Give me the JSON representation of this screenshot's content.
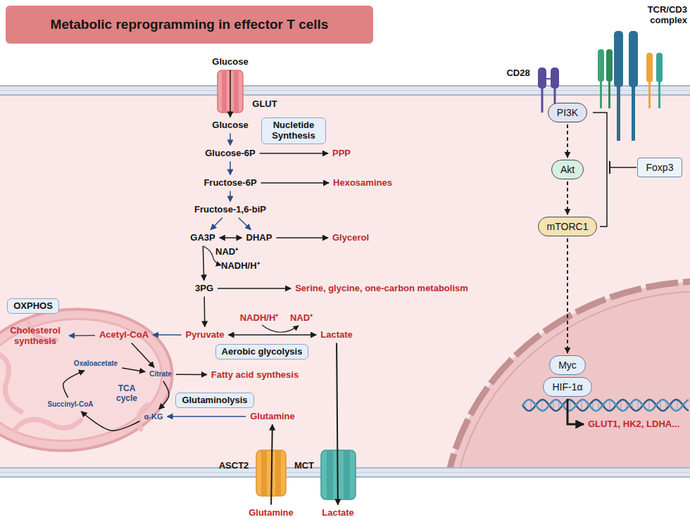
{
  "diagram": {
    "title": "Metabolic reprogramming in effector T cells",
    "nodes": [
      {
        "text": [
          "Glucose"
        ]
      },
      {
        "text": [
          "Glucose"
        ]
      },
      {
        "text": [
          "Nucletide Synthesis"
        ]
      },
      {
        "text": [
          "Glucose-6P"
        ]
      },
      {
        "text": [
          "PPP"
        ]
      },
      {
        "text": [
          "Fructose-6P"
        ]
      },
      {
        "text": [
          "Hexosamines"
        ]
      },
      {
        "text": [
          "Fructose-1,6-biP"
        ]
      },
      {
        "text": [
          "GA3P"
        ]
      },
      {
        "text": [
          "DHAP"
        ]
      },
      {
        "text": [
          "Glycerol"
        ]
      },
      {
        "text": [
          "3PG"
        ]
      },
      {
        "text": [
          "Serine, glycine, one-carbon metabolism"
        ]
      },
      {
        "text": [
          "OXPHOS"
        ]
      },
      {
        "text": [
          "Cholesterol synthesis"
        ]
      },
      {
        "text": [
          "Acetyl-CoA"
        ]
      },
      {
        "text": [
          "Pyruvate"
        ]
      },
      {
        "text": [
          "Lactate"
        ]
      },
      {
        "text": [
          "Aerobic glycolysis"
        ]
      },
      {
        "text": [
          "Oxaloacetate"
        ]
      },
      {
        "text": [
          "Citrate"
        ]
      },
      {
        "text": [
          "Fatty acid synthesis"
        ]
      },
      {
        "text": [
          "Succinyl-CoA"
        ]
      },
      {
        "text": [
          "α-KG"
        ]
      },
      {
        "text": [
          "Glutaminolysis"
        ]
      },
      {
        "text": [
          "Glutamine"
        ]
      },
      {
        "text": [
          "Glutamine"
        ]
      },
      {
        "text": [
          "Lactate"
        ]
      },
      {
        "text": [
          "PI3K"
        ]
      },
      {
        "text": [
          "Akt"
        ]
      },
      {
        "text": [
          "mTORC1"
        ]
      },
      {
        "text": [
          "Foxp3"
        ]
      },
      {
        "text": [
          "Myc"
        ]
      },
      {
        "text": [
          "HIF-1α"
        ]
      },
      {
        "text": [
          "GLUT1, HK2, LDHA..."
        ]
      }
    ],
    "edges": [
      {
        "from": 0,
        "to": 1,
        "arrow": "to"
      },
      {
        "from": 1,
        "to": 3,
        "arrow": "to"
      },
      {
        "from": 3,
        "to": 4,
        "arrow": "to"
      },
      {
        "from": 3,
        "to": 5,
        "arrow": "to"
      },
      {
        "from": 5,
        "to": 6,
        "arrow": "to"
      },
      {
        "from": 5,
        "to": 7,
        "arrow": "to"
      },
      {
        "from": 7,
        "to": 8,
        "arrow": "to"
      },
      {
        "from": 7,
        "to": 9,
        "arrow": "to"
      },
      {
        "from": 8,
        "to": 9,
        "arrow": "both"
      },
      {
        "from": 9,
        "to": 10,
        "arrow": "to"
      },
      {
        "from": 8,
        "to": 11,
        "arrow": "to"
      },
      {
        "from": 11,
        "to": 12,
        "arrow": "to"
      },
      {
        "from": 11,
        "to": 16,
        "arrow": "to"
      },
      {
        "from": 16,
        "to": 17,
        "arrow": "both"
      },
      {
        "from": 16,
        "to": 15,
        "arrow": "to"
      },
      {
        "from": 15,
        "to": 14,
        "arrow": "to"
      },
      {
        "from": 15,
        "to": 20,
        "arrow": "to"
      },
      {
        "from": 20,
        "to": 21,
        "arrow": "to"
      },
      {
        "from": 20,
        "to": 23,
        "arrow": "to"
      },
      {
        "from": 23,
        "to": 22,
        "arrow": "to"
      },
      {
        "from": 22,
        "to": 19,
        "arrow": "to"
      },
      {
        "from": 19,
        "to": 20,
        "arrow": "to"
      },
      {
        "from": 25,
        "to": 23,
        "arrow": "to"
      },
      {
        "from": 26,
        "to": 25,
        "arrow": "to"
      },
      {
        "from": 17,
        "to": 27,
        "arrow": "to"
      },
      {
        "from": 28,
        "to": 29,
        "arrow": "to"
      },
      {
        "from": 29,
        "to": 30,
        "arrow": "to"
      },
      {
        "from": 30,
        "to": 32,
        "arrow": "to"
      },
      {
        "from": 33,
        "to": 34,
        "arrow": "to"
      }
    ],
    "labels": [
      "GLUT",
      "NAD⁺",
      "NADH/H⁺",
      "NADH/H⁺",
      "NAD⁺",
      "TCA cycle",
      "ASCT2",
      "MCT",
      "CD28",
      "TCR/CD3 complex"
    ]
  }
}
